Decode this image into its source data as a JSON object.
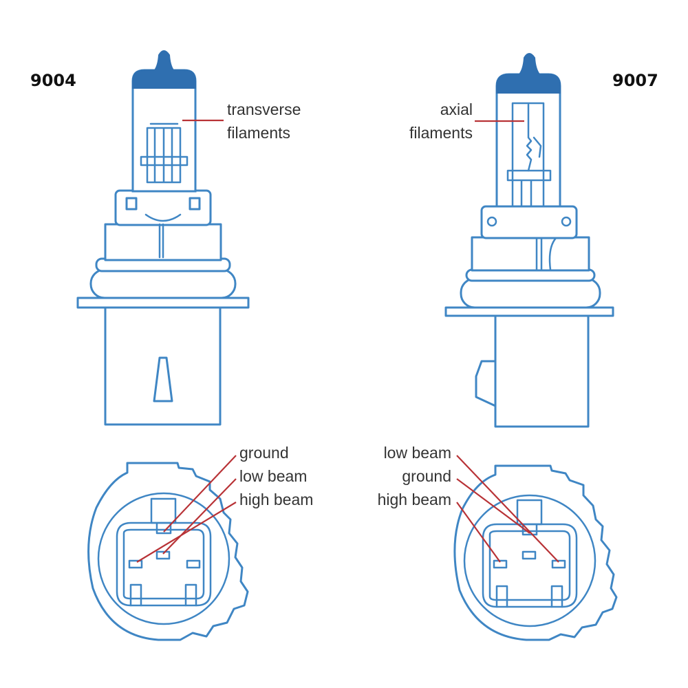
{
  "colors": {
    "outline": "#3f86c4",
    "leader": "#b83236",
    "text": "#333333"
  },
  "left_bulb": {
    "model": "9004",
    "filament_label_line1": "transverse",
    "filament_label_line2": "filaments",
    "pin_labels": [
      "ground",
      "low beam",
      "high beam"
    ]
  },
  "right_bulb": {
    "model": "9007",
    "filament_label_line1": "axial",
    "filament_label_line2": "filaments",
    "pin_labels": [
      "low beam",
      "ground",
      "high beam"
    ]
  }
}
